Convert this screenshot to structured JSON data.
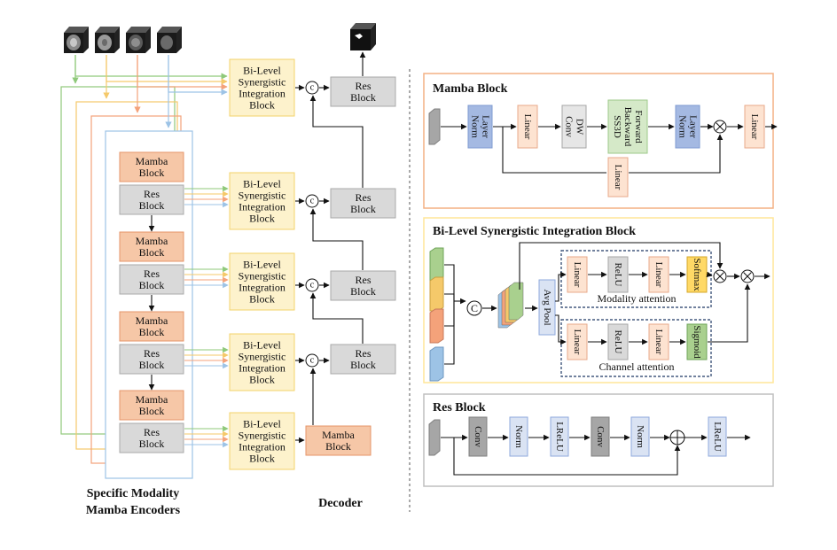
{
  "colors": {
    "mamba_fill": "#f6c7a7",
    "mamba_stroke": "#e5966a",
    "res_fill": "#d9d9d9",
    "res_stroke": "#a9a9a9",
    "bisi_fill": "#fdf2cc",
    "bisi_stroke": "#f3d36a",
    "layer_norm_fill": "#a4b9e2",
    "linear_fill": "#fde3d1",
    "dwconv_fill": "#e6e6e6",
    "ss3d_fill": "#d5e9c8",
    "softmax_fill": "#ffd966",
    "sigmoid_fill": "#a9d08e",
    "conv_fill": "#a6a6a6",
    "norm_fill": "#dae3f3",
    "frame_mamba": "#f4b183",
    "frame_bisi": "#ffe699",
    "frame_res": "#bfbfbf",
    "line_green": "#8fc97a",
    "line_yellow": "#f5c96a",
    "line_orange": "#f4a27a",
    "line_blue": "#9dc3e6"
  },
  "left": {
    "mamba_block_label": [
      "Mamba",
      "Block"
    ],
    "res_block_label": [
      "Res",
      "Block"
    ],
    "bisi_label": [
      "Bi-Level",
      "Synergistic",
      "Integration",
      "Block"
    ],
    "concat_symbol": "c",
    "encoder_caption": [
      "Specific Modality",
      "Mamba Encoders"
    ],
    "decoder_caption": "Decoder",
    "icons": [
      "mri-modality-1-icon",
      "mri-modality-2-icon",
      "mri-modality-3-icon",
      "mri-modality-4-icon",
      "segmentation-output-icon"
    ]
  },
  "mamba_panel": {
    "title": "Mamba Block",
    "layer_norm": [
      "Layer",
      "Norm"
    ],
    "linear": "Linear",
    "dw_conv": [
      "DW",
      "Conv"
    ],
    "ss3d": [
      "Forward",
      "Backward",
      "SS3D"
    ]
  },
  "bisi_panel": {
    "title": "Bi-Level Synergistic Integration Block",
    "avg_pool": "Avg Pool",
    "linear": "Linear",
    "relu": "ReLU",
    "softmax": "Softmax",
    "sigmoid": "Sigmoid",
    "modality_attention": "Modality attention",
    "channel_attention": "Channel attention",
    "concat_symbol": "C"
  },
  "res_panel": {
    "title": "Res Block",
    "conv": "Conv",
    "norm": "Norm",
    "lrelu": "LReLU"
  }
}
